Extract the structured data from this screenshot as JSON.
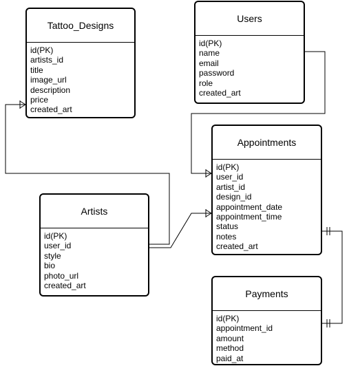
{
  "entities": {
    "tattoo_designs": {
      "name": "Tattoo_Designs",
      "fields": [
        "id(PK)",
        "artists_id",
        "title",
        "image_url",
        "description",
        "price",
        "created_art"
      ]
    },
    "users": {
      "name": "Users",
      "fields": [
        "id(PK)",
        "name",
        "email",
        "password",
        "role",
        "created_art"
      ]
    },
    "appointments": {
      "name": "Appointments",
      "fields": [
        "id(PK)",
        "user_id",
        "artist_id",
        "design_id",
        "appointment_date",
        "appointment_time",
        "status",
        "notes",
        "created_art"
      ]
    },
    "artists": {
      "name": "Artists",
      "fields": [
        "id(PK)",
        "user_id",
        "style",
        "bio",
        "photo_url",
        "created_art"
      ]
    },
    "payments": {
      "name": "Payments",
      "fields": [
        "id(PK)",
        "appointment_id",
        "amount",
        "method",
        "paid_at"
      ]
    }
  },
  "relationships": [
    {
      "from": "artists",
      "to": "tattoo_designs",
      "end_marker": "crows-foot-many"
    },
    {
      "from": "users",
      "to": "appointments",
      "end_marker": "crows-foot-many"
    },
    {
      "from": "artists",
      "to": "appointments",
      "end_marker": "crows-foot-many"
    },
    {
      "from": "appointments",
      "to": "payments",
      "start_marker": "one",
      "end_marker": "one"
    }
  ]
}
